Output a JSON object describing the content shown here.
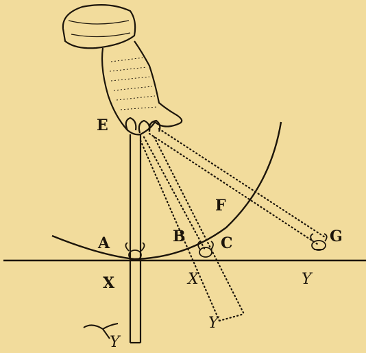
{
  "labels": {
    "E": "E",
    "F": "F",
    "A": "A",
    "B": "B",
    "C": "C",
    "G": "G",
    "X1": "X",
    "X2": "X",
    "Y1": "Y",
    "Y2": "Y",
    "Y3": "Y"
  },
  "colors": {
    "paper": "#F2DC9C",
    "ink": "#1c150b"
  }
}
